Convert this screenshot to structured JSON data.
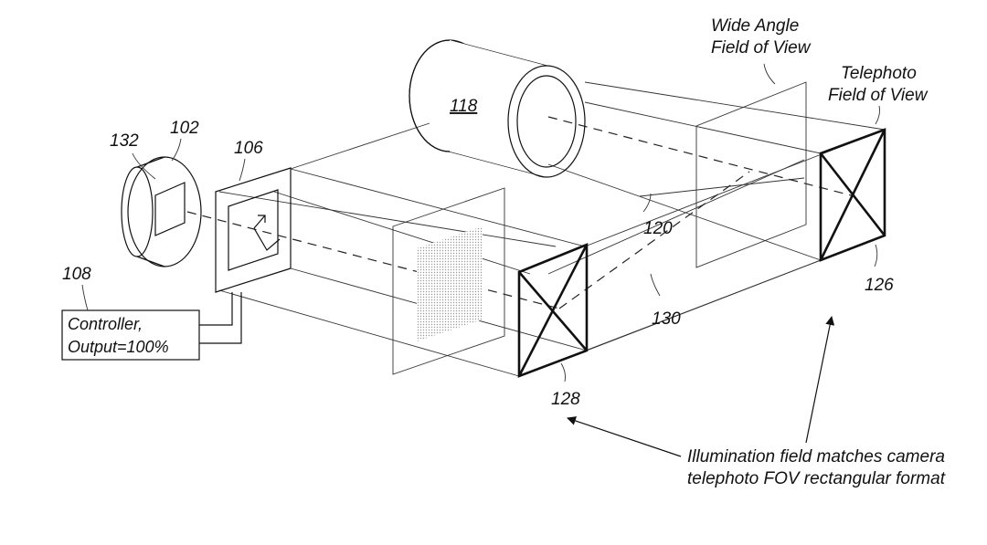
{
  "labels": {
    "ref_132": "132",
    "ref_102": "102",
    "ref_106": "106",
    "ref_108": "108",
    "ref_118": "118",
    "ref_120": "120",
    "ref_130": "130",
    "ref_126": "126",
    "ref_128": "128",
    "wide_angle_line1": "Wide Angle",
    "wide_angle_line2": "Field of View",
    "telephoto_line1": "Telephoto",
    "telephoto_line2": "Field of View",
    "controller_line1": "Controller,",
    "controller_line2": "Output=100%",
    "note_line1": "Illumination field matches camera",
    "note_line2": "telephoto FOV rectangular format"
  }
}
